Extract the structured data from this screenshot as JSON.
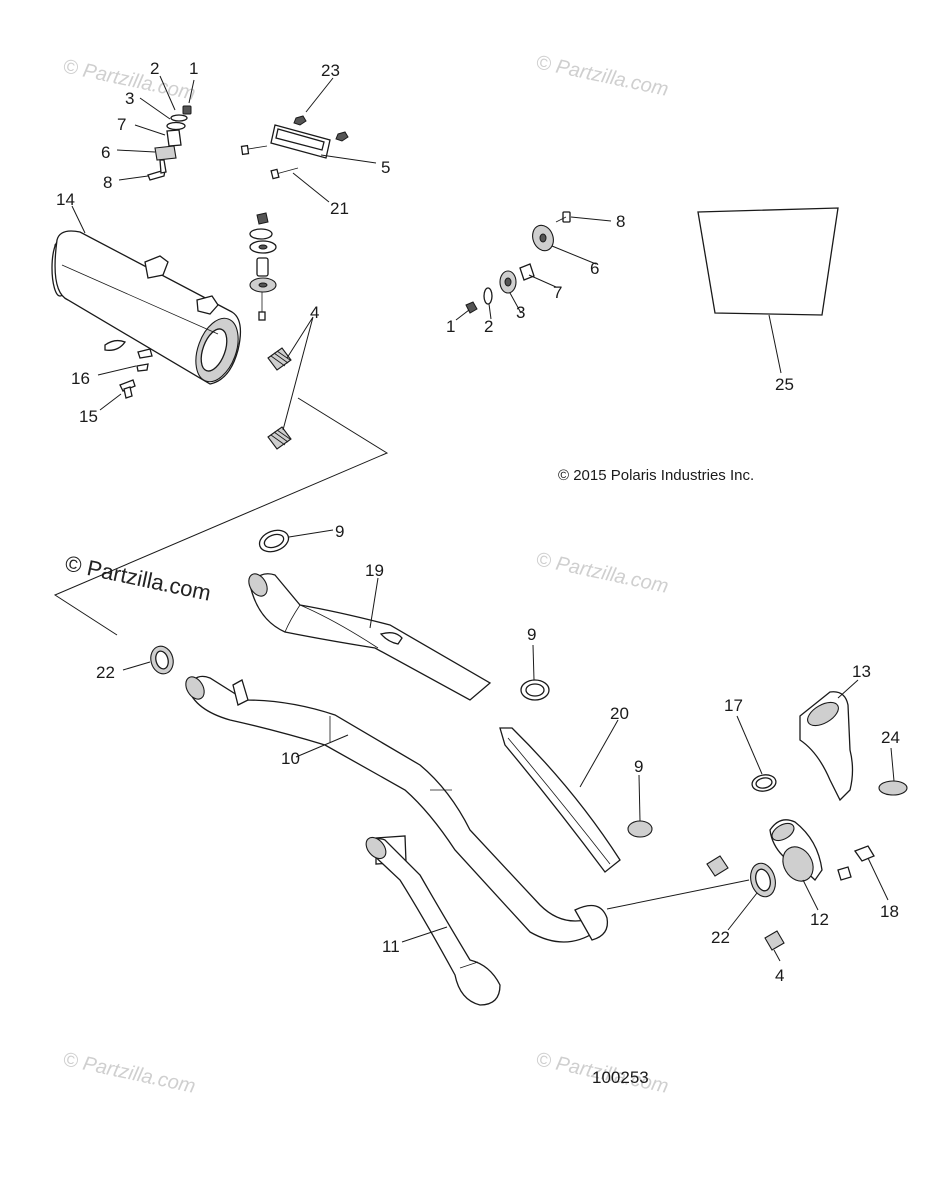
{
  "diagram_id": "100253",
  "copyright": "© 2015 Polaris Industries Inc.",
  "watermark": "© Partzilla.com",
  "callouts": {
    "c1a": "1",
    "c2a": "2",
    "c3a": "3",
    "c7a": "7",
    "c6a": "6",
    "c8a": "8",
    "c23": "23",
    "c5": "5",
    "c21": "21",
    "c14": "14",
    "c4a": "4",
    "c16": "16",
    "c15": "15",
    "c8b": "8",
    "c6b": "6",
    "c7b": "7",
    "c3b": "3",
    "c2b": "2",
    "c1b": "1",
    "c25": "25",
    "c9a": "9",
    "c19": "19",
    "c22a": "22",
    "c9b": "9",
    "c13": "13",
    "c17": "17",
    "c20": "20",
    "c24": "24",
    "c10": "10",
    "c9c": "9",
    "c18": "18",
    "c12": "12",
    "c22b": "22",
    "c11": "11",
    "c4b": "4"
  }
}
